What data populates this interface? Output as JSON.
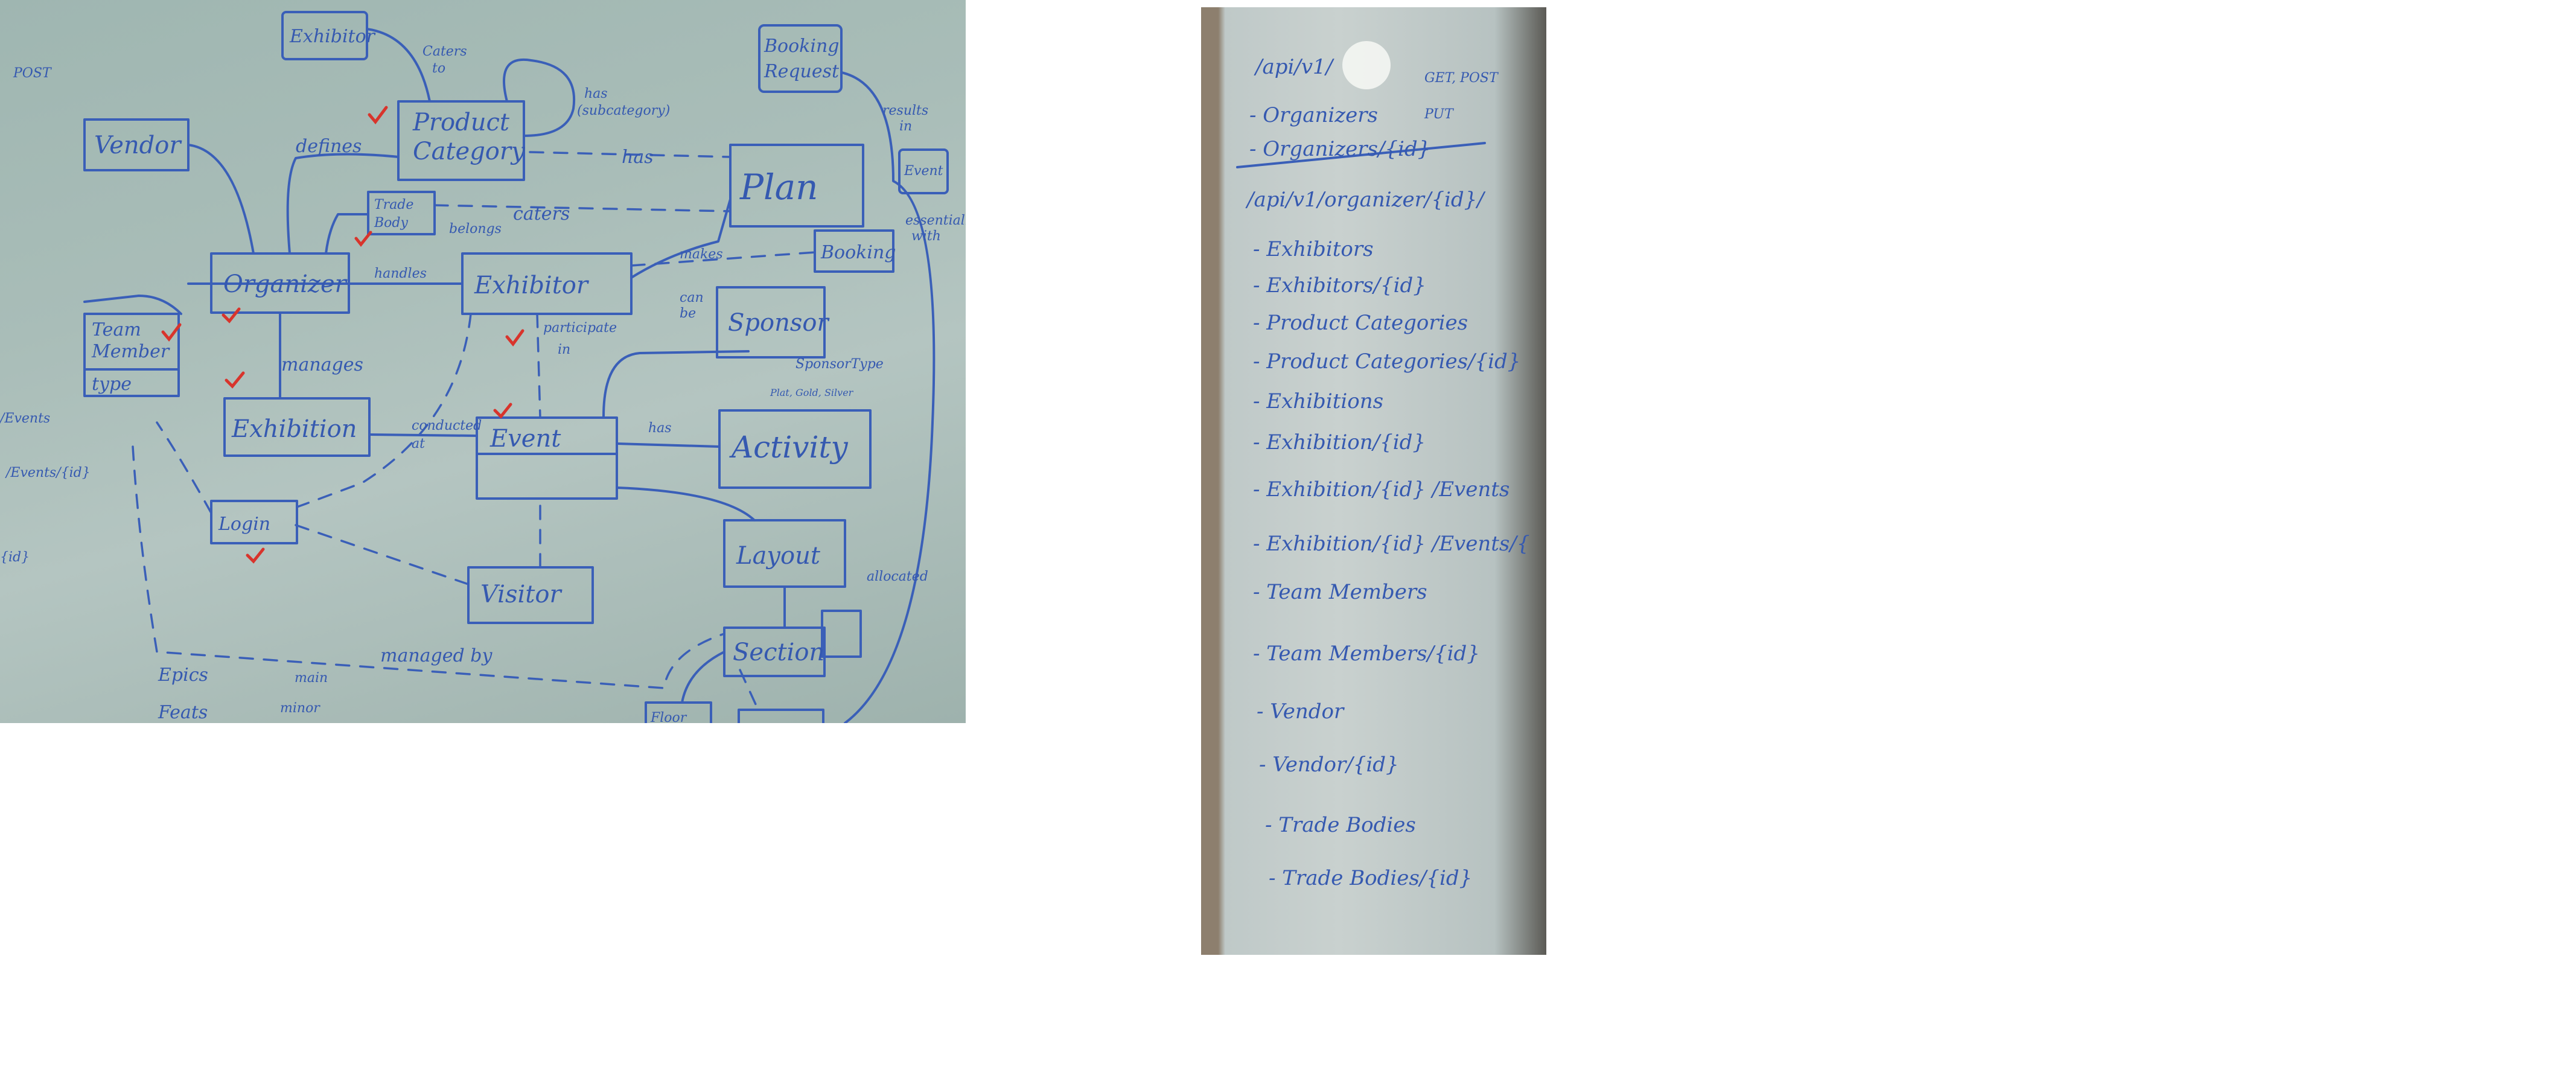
{
  "left_board": {
    "boxes": {
      "exhibitor_top": "Exhibitor",
      "booking_request": [
        "Booking",
        "Request"
      ],
      "event_top_right": "Event",
      "vendor": "Vendor",
      "product_category": [
        "Product",
        "Category"
      ],
      "plan": "Plan",
      "trade_body": [
        "Trade",
        "Body"
      ],
      "booking": "Booking",
      "organizer": "Organizer",
      "exhibitor": "Exhibitor",
      "sponsor": "Sponsor",
      "team_member": [
        "Team",
        "Member",
        "type"
      ],
      "exhibition": "Exhibition",
      "event": "Event",
      "activity": "Activity",
      "login": "Login",
      "layout": "Layout",
      "visitor": "Visitor",
      "section": "Section",
      "floor": "Floor"
    },
    "labels": {
      "caters_to": [
        "Caters",
        "to"
      ],
      "has_subcategory": [
        "has",
        "(subcategory)"
      ],
      "results_in": [
        "results",
        "in"
      ],
      "defines": "defines",
      "has": "has",
      "caters": "caters",
      "belongs": "belongs",
      "essentially_with": [
        "essentially",
        "with"
      ],
      "handles": "handles",
      "makes": "makes",
      "can_be": [
        "can",
        "be"
      ],
      "participate_in": [
        "participate",
        "in"
      ],
      "manages": "manages",
      "sponsor_type": "SponsorType",
      "sponsor_type_values": "Plat, Gold, Silver",
      "conducted_at": [
        "conducted",
        "at"
      ],
      "has_activity": "has",
      "allocated": "allocated",
      "managed_by": "managed by",
      "epics": "Epics",
      "main": "main",
      "features": "Feats",
      "minor": "minor",
      "get_post_edge": "POST",
      "edge_events": "/Events",
      "edge_events_id": "/Events/{id}",
      "edge_id": "{id}"
    }
  },
  "right_board": {
    "lines": [
      "/api/v1/",
      "GET, POST",
      "- Organizers",
      "PUT",
      "- Organizers/{id}",
      "/api/v1/organizer/{id}/",
      "- Exhibitors",
      "- Exhibitors/{id}",
      "- Product Categories",
      "- Product Categories/{id}",
      "- Exhibitions",
      "- Exhibition/{id}",
      "- Exhibition/{id} /Events",
      "- Exhibition/{id} /Events/{",
      "- Team Members",
      "- Team Members/{id}",
      "- Vendor",
      "- Vendor/{id}",
      "- Trade Bodies",
      "- Trade Bodies/{id}"
    ]
  }
}
